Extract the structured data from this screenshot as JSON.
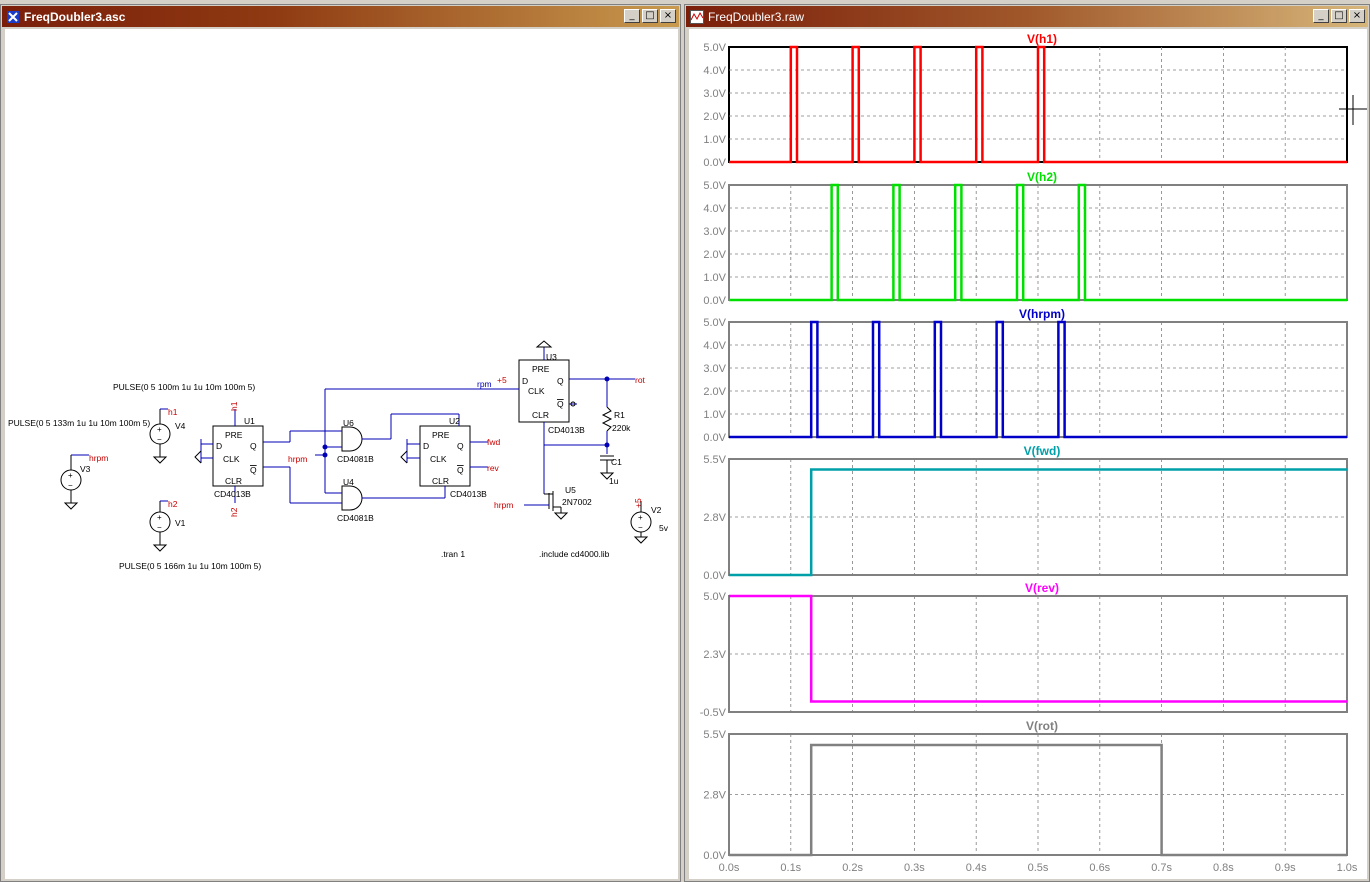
{
  "schematic_window": {
    "title": "FreqDoubler3.asc",
    "components": {
      "u1": {
        "ref": "U1",
        "model": "CD4013B",
        "pins": {
          "pre": "PRE",
          "d": "D",
          "clk": "CLK",
          "clr": "CLR",
          "q": "Q",
          "qbar": "Q"
        }
      },
      "u2": {
        "ref": "U2",
        "model": "CD4013B",
        "pins": {
          "pre": "PRE",
          "d": "D",
          "clk": "CLK",
          "clr": "CLR",
          "q": "Q",
          "qbar": "Q"
        }
      },
      "u3": {
        "ref": "U3",
        "model": "CD4013B",
        "pins": {
          "pre": "PRE",
          "d": "D",
          "clk": "CLK",
          "clr": "CLR",
          "q": "Q",
          "qbar": "Q"
        }
      },
      "u4": {
        "ref": "U4",
        "model": "CD4081B"
      },
      "u5": {
        "ref": "U5",
        "model": "2N7002"
      },
      "u6": {
        "ref": "U6",
        "model": "CD4081B"
      },
      "r1": {
        "ref": "R1",
        "value": "220k"
      },
      "c1": {
        "ref": "C1",
        "value": "1u"
      },
      "v1": {
        "ref": "V1",
        "value": "PULSE(0 5 166m 1u 1u 10m 100m 5)"
      },
      "v2": {
        "ref": "V2",
        "value": "5v"
      },
      "v3": {
        "ref": "V3"
      },
      "v4": {
        "ref": "V4",
        "value": "PULSE(0 5 100m 1u 1u 10m 100m 5)"
      },
      "v_h1_extra": "PULSE(0 5 133m 1u 1u 10m 100m 5)"
    },
    "nets": {
      "h1": "h1",
      "h2": "h2",
      "hrpm": "hrpm",
      "fwd": "fwd",
      "rev": "rev",
      "rot": "rot",
      "rpm": "rpm",
      "plus5": "+5"
    },
    "directives": {
      "tran": ".tran 1",
      "include": ".include cd4000.lib"
    }
  },
  "waveform_window": {
    "title": "FreqDoubler3.raw",
    "x_ticks": [
      "0.0s",
      "0.1s",
      "0.2s",
      "0.3s",
      "0.4s",
      "0.5s",
      "0.6s",
      "0.7s",
      "0.8s",
      "0.9s",
      "1.0s"
    ],
    "panes": [
      {
        "name": "V(h1)",
        "color": "#ff0000",
        "ticks": [
          "5.0V",
          "4.0V",
          "3.0V",
          "2.0V",
          "1.0V",
          "0.0V"
        ]
      },
      {
        "name": "V(h2)",
        "color": "#00e000",
        "ticks": [
          "5.0V",
          "4.0V",
          "3.0V",
          "2.0V",
          "1.0V",
          "0.0V"
        ]
      },
      {
        "name": "V(hrpm)",
        "color": "#0000c8",
        "ticks": [
          "5.0V",
          "4.0V",
          "3.0V",
          "2.0V",
          "1.0V",
          "0.0V"
        ]
      },
      {
        "name": "V(fwd)",
        "color": "#00a0a8",
        "ticks": [
          "5.5V",
          "2.8V",
          "0.0V"
        ]
      },
      {
        "name": "V(rev)",
        "color": "#ff00ff",
        "ticks": [
          "5.0V",
          "2.3V",
          "-0.5V"
        ]
      },
      {
        "name": "V(rot)",
        "color": "#808080",
        "ticks": [
          "5.5V",
          "2.8V",
          "0.0V"
        ]
      }
    ]
  },
  "chart_data": [
    {
      "type": "line",
      "title": "V(h1)",
      "ylim": [
        0,
        5
      ],
      "xlim": [
        0,
        1
      ],
      "grid": true,
      "series": [
        {
          "name": "V(h1)",
          "x": [
            0,
            0.1,
            0.1,
            0.11,
            0.11,
            0.2,
            0.2,
            0.21,
            0.21,
            0.3,
            0.3,
            0.31,
            0.31,
            0.4,
            0.4,
            0.41,
            0.41,
            0.5,
            0.5,
            0.51,
            0.51,
            1.0
          ],
          "values": [
            0,
            0,
            5,
            5,
            0,
            0,
            5,
            5,
            0,
            0,
            5,
            5,
            0,
            0,
            5,
            5,
            0,
            0,
            5,
            5,
            0,
            0
          ]
        }
      ]
    },
    {
      "type": "line",
      "title": "V(h2)",
      "ylim": [
        0,
        5
      ],
      "xlim": [
        0,
        1
      ],
      "grid": true,
      "series": [
        {
          "name": "V(h2)",
          "x": [
            0,
            0.166,
            0.166,
            0.176,
            0.176,
            0.266,
            0.266,
            0.276,
            0.276,
            0.366,
            0.366,
            0.376,
            0.376,
            0.466,
            0.466,
            0.476,
            0.476,
            0.566,
            0.566,
            0.576,
            0.576,
            1.0
          ],
          "values": [
            0,
            0,
            5,
            5,
            0,
            0,
            5,
            5,
            0,
            0,
            5,
            5,
            0,
            0,
            5,
            5,
            0,
            0,
            5,
            5,
            0,
            0
          ]
        }
      ]
    },
    {
      "type": "line",
      "title": "V(hrpm)",
      "ylim": [
        0,
        5
      ],
      "xlim": [
        0,
        1
      ],
      "grid": true,
      "series": [
        {
          "name": "V(hrpm)",
          "x": [
            0,
            0.133,
            0.133,
            0.143,
            0.143,
            0.233,
            0.233,
            0.243,
            0.243,
            0.333,
            0.333,
            0.343,
            0.343,
            0.433,
            0.433,
            0.443,
            0.443,
            0.533,
            0.533,
            0.543,
            0.543,
            1.0
          ],
          "values": [
            0,
            0,
            5,
            5,
            0,
            0,
            5,
            5,
            0,
            0,
            5,
            5,
            0,
            0,
            5,
            5,
            0,
            0,
            5,
            5,
            0,
            0
          ]
        }
      ]
    },
    {
      "type": "line",
      "title": "V(fwd)",
      "ylim": [
        0,
        5.5
      ],
      "xlim": [
        0,
        1
      ],
      "grid": true,
      "series": [
        {
          "name": "V(fwd)",
          "x": [
            0,
            0.133,
            0.133,
            1.0
          ],
          "values": [
            0,
            0,
            5,
            5
          ]
        }
      ]
    },
    {
      "type": "line",
      "title": "V(rev)",
      "ylim": [
        -0.5,
        5
      ],
      "xlim": [
        0,
        1
      ],
      "grid": true,
      "series": [
        {
          "name": "V(rev)",
          "x": [
            0,
            0.133,
            0.133,
            1.0
          ],
          "values": [
            5,
            5,
            0,
            0
          ]
        }
      ]
    },
    {
      "type": "line",
      "title": "V(rot)",
      "ylim": [
        0,
        5.5
      ],
      "xlim": [
        0,
        1
      ],
      "grid": true,
      "series": [
        {
          "name": "V(rot)",
          "x": [
            0,
            0.133,
            0.133,
            0.7,
            0.7,
            1.0
          ],
          "values": [
            0,
            0,
            5,
            5,
            0,
            0
          ]
        }
      ]
    }
  ]
}
